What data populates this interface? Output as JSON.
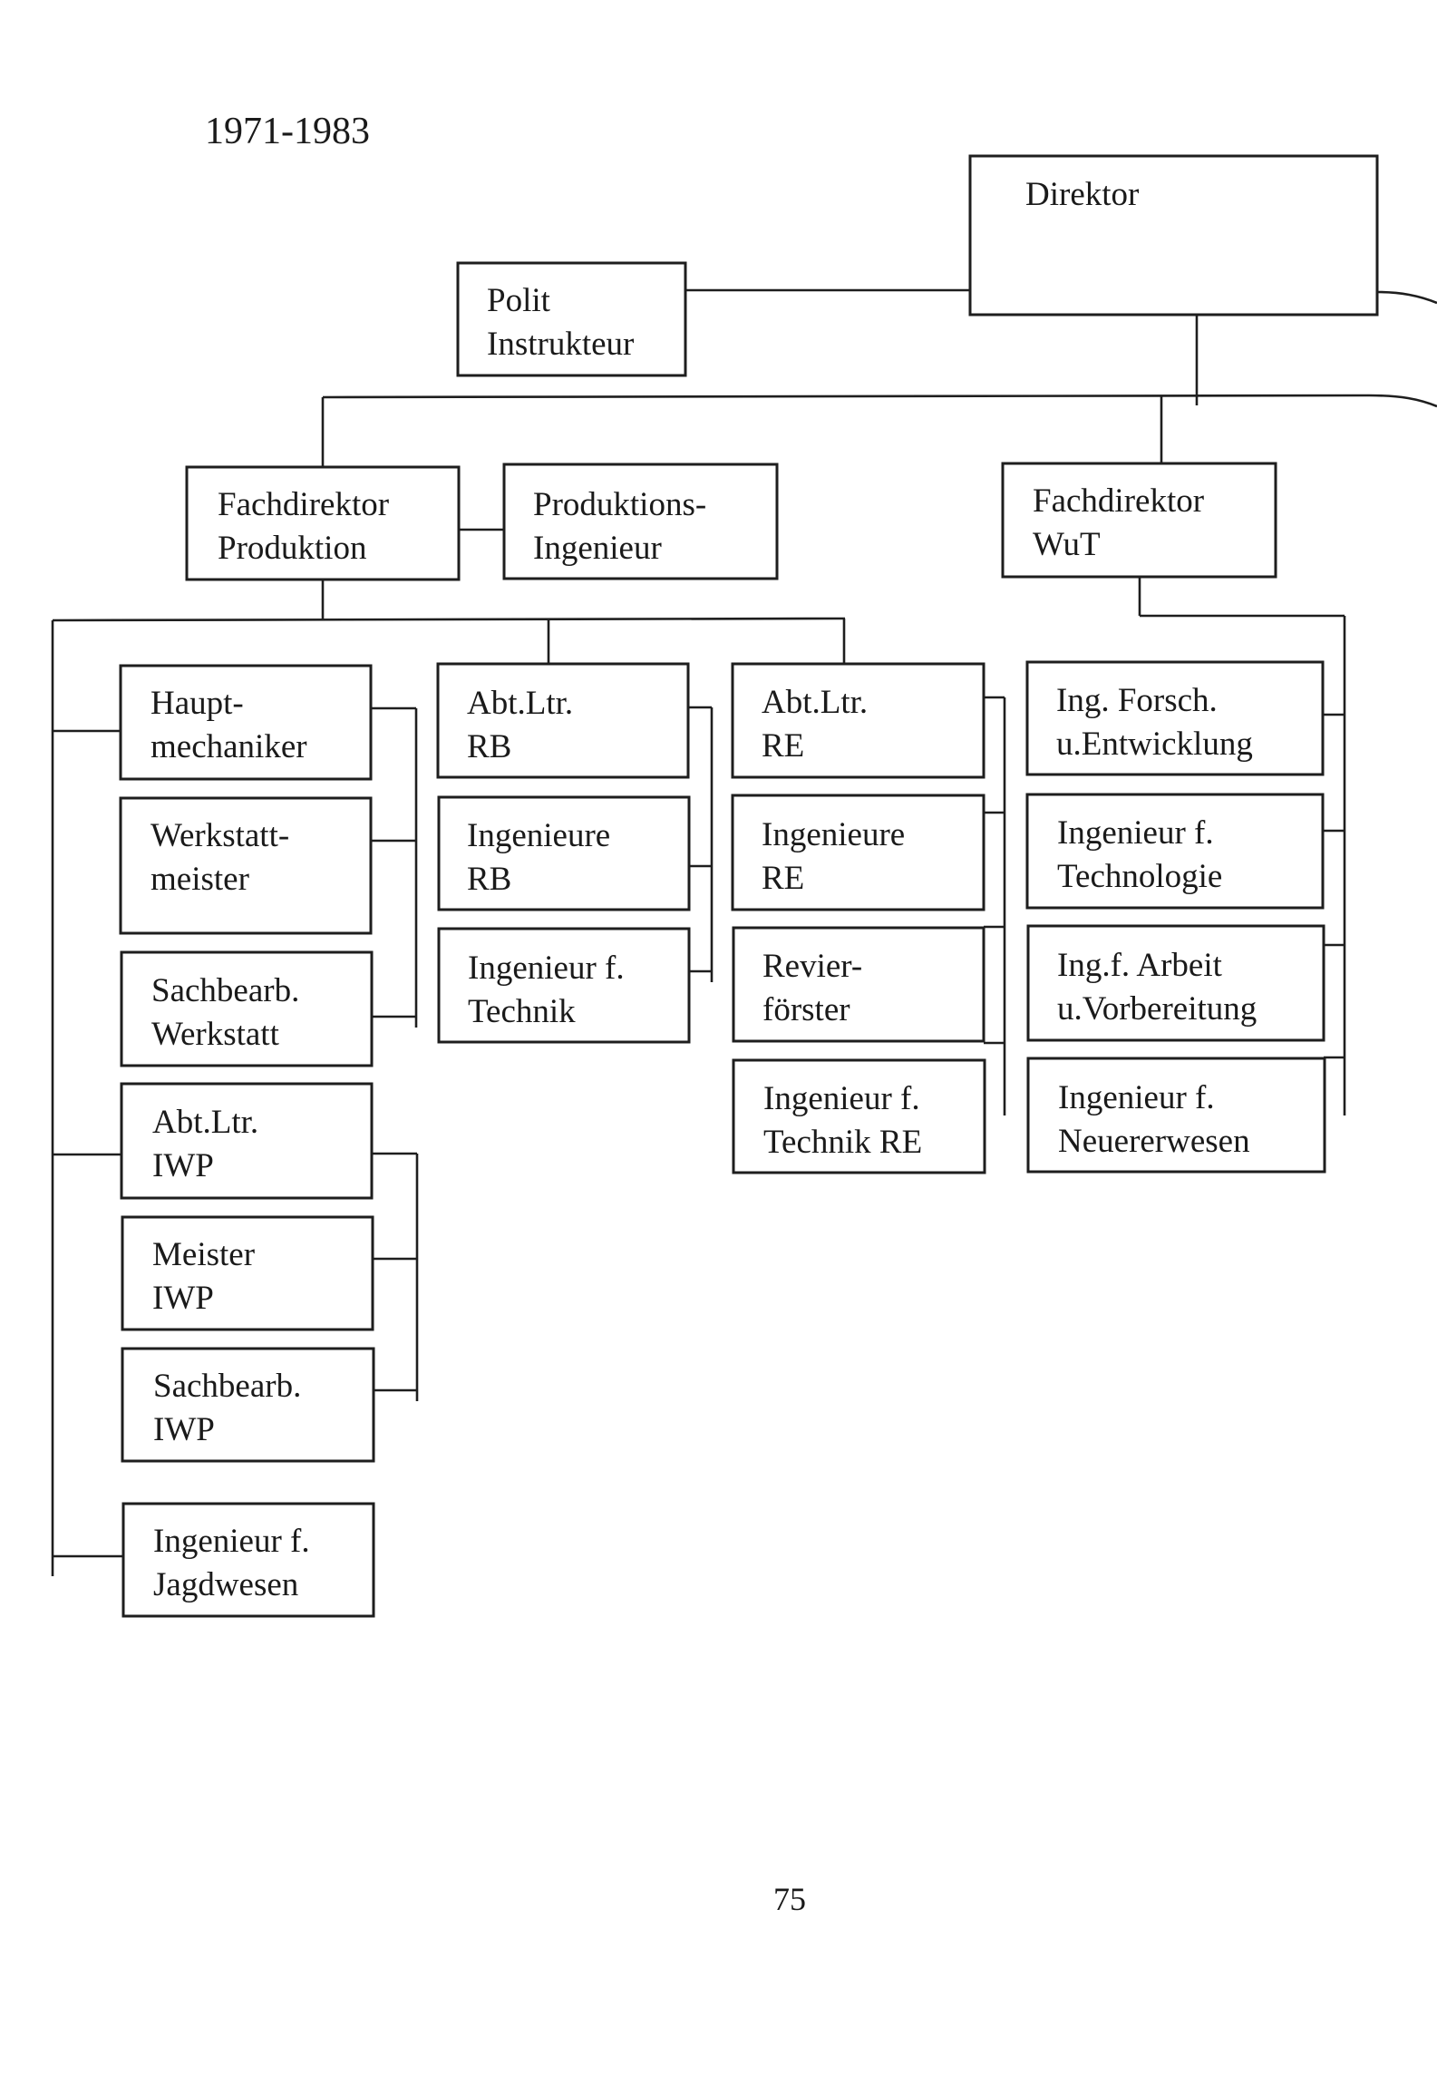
{
  "page": {
    "title": "1971-1983",
    "page_number": "75"
  },
  "org_chart": {
    "director": {
      "label": "Direktor"
    },
    "political_instructor": {
      "line1": "Polit",
      "line2": "Instrukteur"
    },
    "tier2": {
      "fachdirektor_produktion": {
        "line1": "Fachdirektor",
        "line2": "Produktion"
      },
      "produktions_ingenieur": {
        "line1": "Produktions-",
        "line2": "Ingenieur"
      },
      "fachdirektor_wut": {
        "line1": "Fachdirektor",
        "line2": "WuT"
      }
    },
    "columns": [
      {
        "name": "werkstatt-iwp-jagd",
        "boxes": [
          {
            "line1": "Haupt-",
            "line2": "mechaniker"
          },
          {
            "line1": "Werkstatt-",
            "line2": "meister"
          },
          {
            "line1": "Sachbearb.",
            "line2": "Werkstatt"
          },
          {
            "line1": "Abt.Ltr.",
            "line2": "IWP"
          },
          {
            "line1": "Meister",
            "line2": "IWP"
          },
          {
            "line1": "Sachbearb.",
            "line2": "IWP"
          },
          {
            "line1": "Ingenieur f.",
            "line2": "Jagdwesen"
          }
        ]
      },
      {
        "name": "rb",
        "boxes": [
          {
            "line1": "Abt.Ltr.",
            "line2": "RB"
          },
          {
            "line1": "Ingenieure",
            "line2": "RB"
          },
          {
            "line1": "Ingenieur f.",
            "line2": "Technik"
          }
        ]
      },
      {
        "name": "re",
        "boxes": [
          {
            "line1": "Abt.Ltr.",
            "line2": "RE"
          },
          {
            "line1": "Ingenieure",
            "line2": "RE"
          },
          {
            "line1": "Revier-",
            "line2": "förster"
          },
          {
            "line1": "Ingenieur f.",
            "line2": "Technik RE"
          }
        ]
      },
      {
        "name": "wut",
        "boxes": [
          {
            "line1": "Ing. Forsch.",
            "line2": "u.Entwicklung"
          },
          {
            "line1": "Ingenieur f.",
            "line2": "Technologie"
          },
          {
            "line1": "Ing.f. Arbeit",
            "line2": "u.Vorbereitung"
          },
          {
            "line1": "Ingenieur f.",
            "line2": "Neuererwesen"
          }
        ]
      }
    ]
  }
}
